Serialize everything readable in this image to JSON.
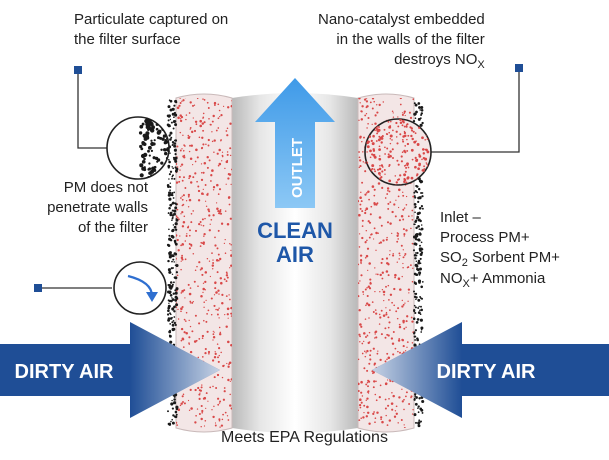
{
  "labels": {
    "particulate": [
      "Particulate captured on",
      "the filter surface"
    ],
    "nano": [
      "Nano-catalyst embedded",
      "in the walls of the filter"
    ],
    "destroys_prefix": "destroys NO",
    "destroys_sub": "X",
    "pm": [
      "PM does not",
      "penetrate walls",
      "of the filter"
    ],
    "inlet_1": "Inlet –",
    "inlet_2": "Process PM+",
    "inlet_3_pre": "SO",
    "inlet_3_sub": "2",
    "inlet_3_post": " Sorbent PM+",
    "inlet_4_pre": "NO",
    "inlet_4_sub": "X",
    "inlet_4_post": "+ Ammonia",
    "footer": "Meets EPA Regulations"
  },
  "arrows": {
    "outlet": "OUTLET",
    "clean_line1": "CLEAN",
    "clean_line2": "AIR",
    "dirty_left": "DIRTY AIR",
    "dirty_right": "DIRTY AIR"
  },
  "colors": {
    "dark_blue": "#1f4e96",
    "light_blue": "#4fa8ee",
    "clean_text": "#1e57a8",
    "filter_red": "#d94848",
    "soot": "#1a1a1a"
  }
}
